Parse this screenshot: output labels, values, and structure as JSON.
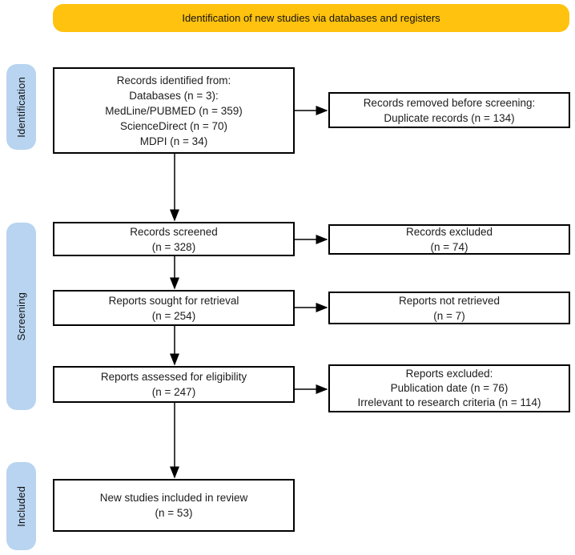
{
  "banner": {
    "title": "Identification of new studies via databases and registers",
    "bg_color": "#FFC20E"
  },
  "sidebar": {
    "bg_color": "#B8D4F0",
    "items": [
      {
        "label": "Identification"
      },
      {
        "label": "Screening"
      },
      {
        "label": "Included"
      }
    ]
  },
  "flow": {
    "identified": {
      "lines": [
        "Records identified from:",
        "Databases (n = 3):",
        "MedLine/PUBMED (n = 359)",
        "ScienceDirect (n = 70)",
        "MDPI (n = 34)"
      ]
    },
    "removed": {
      "lines": [
        "Records removed before screening:",
        "Duplicate records (n = 134)"
      ]
    },
    "screened": {
      "lines": [
        "Records screened",
        "(n = 328)"
      ]
    },
    "excluded": {
      "lines": [
        "Records excluded",
        "(n = 74)"
      ]
    },
    "sought": {
      "lines": [
        "Reports sought for retrieval",
        "(n = 254)"
      ]
    },
    "not_retrieved": {
      "lines": [
        "Reports not retrieved",
        "(n = 7)"
      ]
    },
    "assessed": {
      "lines": [
        "Reports assessed for eligibility",
        "(n = 247)"
      ]
    },
    "reports_excluded": {
      "lines": [
        "Reports excluded:",
        "Publication date (n = 76)",
        "Irrelevant to research criteria (n = 114)"
      ]
    },
    "included": {
      "lines": [
        "New studies included in review",
        "(n = 53)"
      ]
    }
  }
}
